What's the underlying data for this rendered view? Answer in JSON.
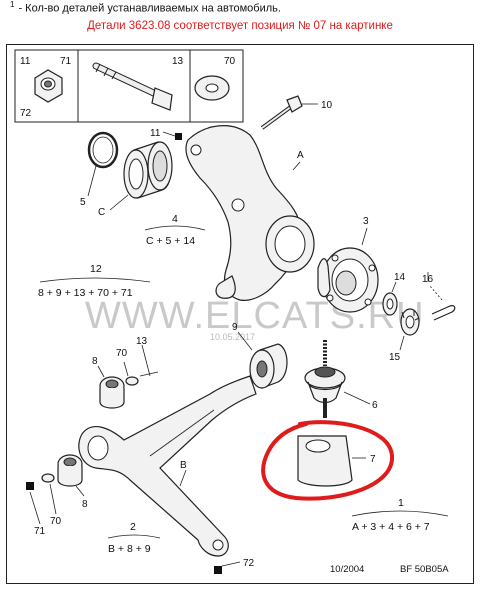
{
  "header": {
    "note_marker": "1",
    "note_text": "- Кол-во деталей устанавливаемых на автомобиль.",
    "highlight_caption": "Детали 3623.08 соответствует позиция № 07 на картинке"
  },
  "inset": {
    "labels": {
      "a": "11",
      "b": "71",
      "c": "72",
      "d": "13",
      "e": "70"
    }
  },
  "callouts": {
    "p10": "10",
    "p11": "11",
    "pA": "A",
    "p3": "3",
    "p5": "5",
    "pC": "C",
    "p14": "14",
    "p16": "16",
    "p15": "15",
    "p9": "9",
    "p8a": "8",
    "p70a": "70",
    "p13": "13",
    "p6": "6",
    "p7": "7",
    "pB": "B",
    "p8b": "8",
    "p70b": "70",
    "p71": "71",
    "p72": "72",
    "p1": "1",
    "p2": "2",
    "p4": "4",
    "p12": "12"
  },
  "assemblies": {
    "a4": {
      "num": "4",
      "formula": "C + 5 + 14"
    },
    "a12": {
      "num": "12",
      "formula": "8 + 9 + 13 + 70 + 71"
    },
    "a1": {
      "num": "1",
      "formula": "A + 3 + 4 + 6 + 7"
    },
    "a2": {
      "num": "2",
      "formula": "B + 8 + 9"
    }
  },
  "watermark": {
    "text": "WWW.ELCATS.RU",
    "date": "10.05.2017"
  },
  "footer": {
    "date": "10/2004",
    "code": "BF 50B05A"
  },
  "highlight_color": "#e01b1b"
}
